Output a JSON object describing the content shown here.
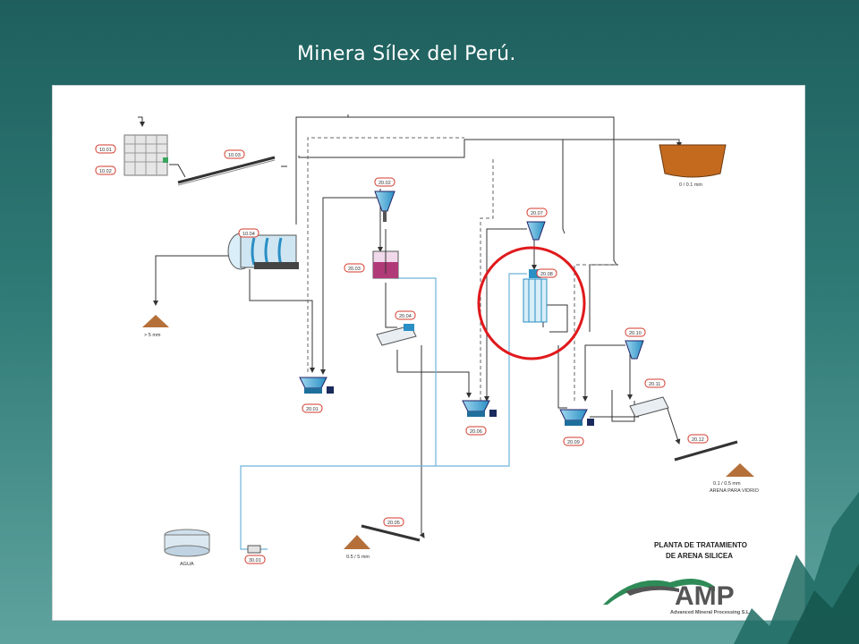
{
  "slide": {
    "title": "Minera Sílex del Perú."
  },
  "diagram": {
    "tags": {
      "t1001": "10.01",
      "t1002": "10.02",
      "t1003": "10.03",
      "t1004": "10.04",
      "t2001": "20.01",
      "t2002": "20.02",
      "t2003": "20.03",
      "t2004": "20.04",
      "t2005": "20.05",
      "t2006": "20.06",
      "t2007": "20.07",
      "t2008": "20.08",
      "t2009": "20.09",
      "t2010": "20.10",
      "t2011": "20.11",
      "t2012": "20.12",
      "t3001": "30.01"
    },
    "labels": {
      "fines": "0 / 0.1 mm",
      "oversize": "> 5 mm",
      "coarse": "0.5 / 5 mm",
      "glass_size": "0.1 / 0.5 mm",
      "glass_name": "ARENA PARA VIDRIO",
      "water": "AGUA"
    },
    "plant_title_line1": "PLANTA DE TRATAMIENTO",
    "plant_title_line2": "DE ARENA SILICEA"
  },
  "logo": {
    "name": "AMP",
    "subtitle": "Advanced Mineral Processing S.L."
  },
  "colors": {
    "background_top": "#1e5f5d",
    "background_bottom": "#5fa39e",
    "process_line": "#333333",
    "water_line": "#6fb3d9",
    "highlight_circle": "#e0191c",
    "tag_border": "#d33a2c",
    "sand": "#b5703a",
    "logo_green": "#2e8b57",
    "logo_gray": "#555555"
  }
}
